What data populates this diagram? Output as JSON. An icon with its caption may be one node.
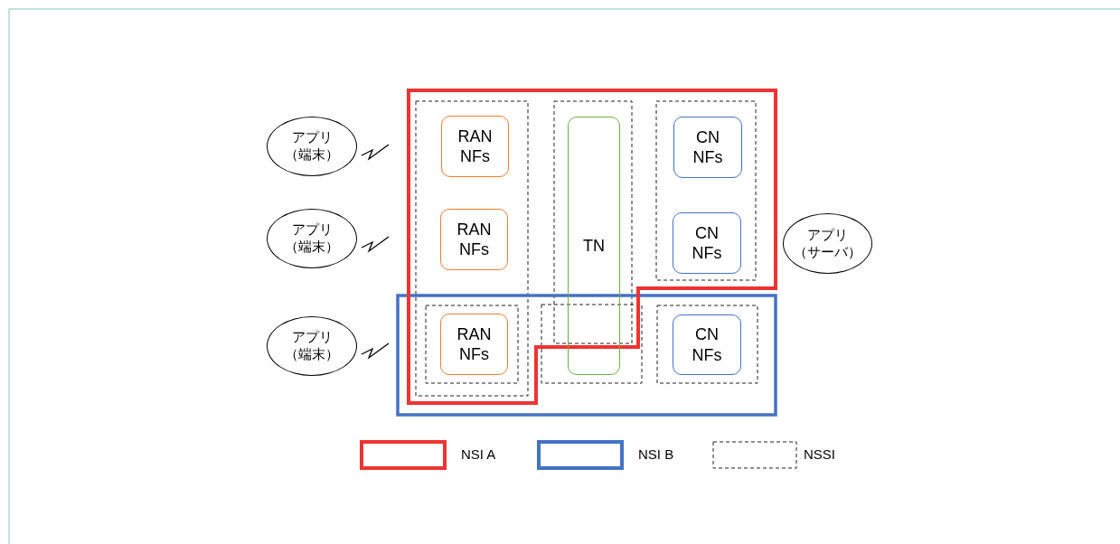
{
  "diagram": {
    "nodes": [
      {
        "text": [
          "アプリ（端末）"
        ]
      },
      {
        "text": [
          "アプリ（端末）"
        ]
      },
      {
        "text": [
          "アプリ（端末）"
        ]
      },
      {
        "text": [
          "RAN NFs"
        ]
      },
      {
        "text": [
          "RAN NFs"
        ]
      },
      {
        "text": [
          "RAN NFs"
        ]
      },
      {
        "text": [
          "TN"
        ]
      },
      {
        "text": [
          "CN NFs"
        ]
      },
      {
        "text": [
          "CN NFs"
        ]
      },
      {
        "text": [
          "CN NFs"
        ]
      },
      {
        "text": [
          "アプリ（サーバ）"
        ]
      }
    ],
    "legend": [
      {
        "text": "NSI A",
        "color": "#ee3333"
      },
      {
        "text": "NSI B",
        "color": "#4472c4"
      },
      {
        "text": "NSSI"
      }
    ]
  }
}
